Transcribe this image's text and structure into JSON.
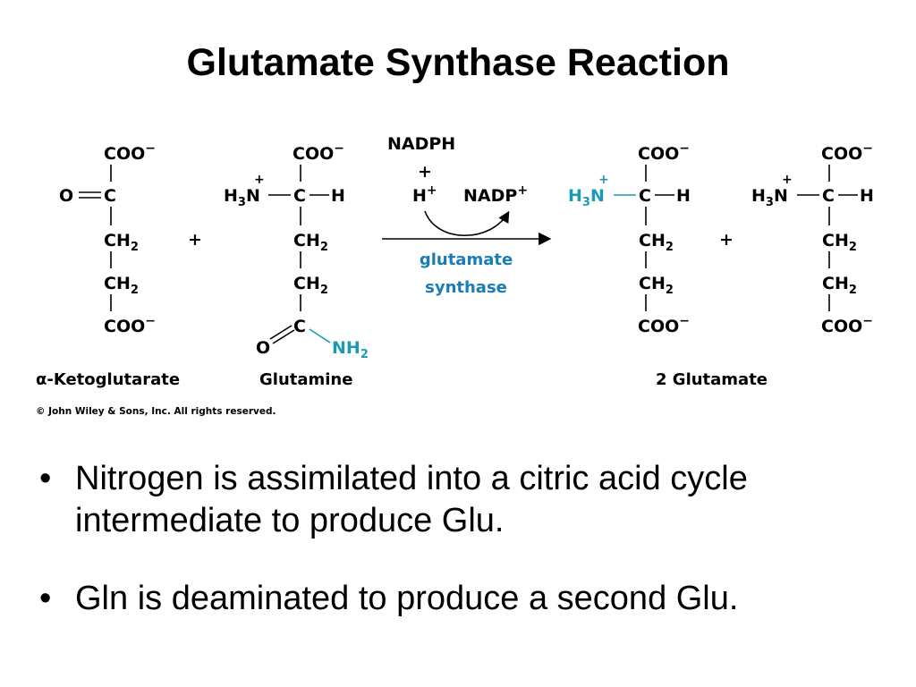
{
  "slide": {
    "title": "Glutamate Synthase Reaction"
  },
  "diagram": {
    "colors": {
      "highlight": "#1a9bb5",
      "text": "#000000",
      "background": "#ffffff"
    },
    "alpha_ketoglutarate": {
      "top": "COO",
      "top_charge": "−",
      "carbonyl_o": "O",
      "c": "C",
      "ch2_1": "CH",
      "ch2_1_sub": "2",
      "ch2_2": "CH",
      "ch2_2_sub": "2",
      "bottom": "COO",
      "bottom_charge": "−",
      "name": "α-Ketoglutarate"
    },
    "glutamine": {
      "top": "COO",
      "top_charge": "−",
      "amine": "H",
      "amine_sub": "3",
      "amine_n": "N",
      "amine_charge": "+",
      "c": "C",
      "h": "H",
      "ch2_1": "CH",
      "ch2_1_sub": "2",
      "ch2_2": "CH",
      "ch2_2_sub": "2",
      "amide_c": "C",
      "amide_o": "O",
      "amide_nh": "NH",
      "amide_nh_sub": "2",
      "name": "Glutamine"
    },
    "plus_1": "+",
    "cofactors": {
      "nadph": "NADPH",
      "plus": "+",
      "h": "H",
      "h_charge": "+",
      "nadp": "NADP",
      "nadp_charge": "+"
    },
    "enzyme": {
      "line1": "glutamate",
      "line2": "synthase"
    },
    "glutamate_1": {
      "top": "COO",
      "top_charge": "−",
      "amine": "H",
      "amine_sub": "3",
      "amine_n": "N",
      "amine_charge": "+",
      "c": "C",
      "h": "H",
      "ch2_1": "CH",
      "ch2_1_sub": "2",
      "ch2_2": "CH",
      "ch2_2_sub": "2",
      "bottom": "COO",
      "bottom_charge": "−"
    },
    "plus_2": "+",
    "glutamate_2": {
      "top": "COO",
      "top_charge": "−",
      "amine": "H",
      "amine_sub": "3",
      "amine_n": "N",
      "amine_charge": "+",
      "c": "C",
      "h": "H",
      "ch2_1": "CH",
      "ch2_1_sub": "2",
      "ch2_2": "CH",
      "ch2_2_sub": "2",
      "bottom": "COO",
      "bottom_charge": "−"
    },
    "product_name": "2 Glutamate",
    "copyright": "© John Wiley & Sons, Inc. All rights reserved."
  },
  "bullets": [
    {
      "marker": "•",
      "text": "Nitrogen is assimilated into a citric acid cycle intermediate to produce Glu."
    },
    {
      "marker": "•",
      "text": "Gln is deaminated to produce a second Glu."
    }
  ]
}
